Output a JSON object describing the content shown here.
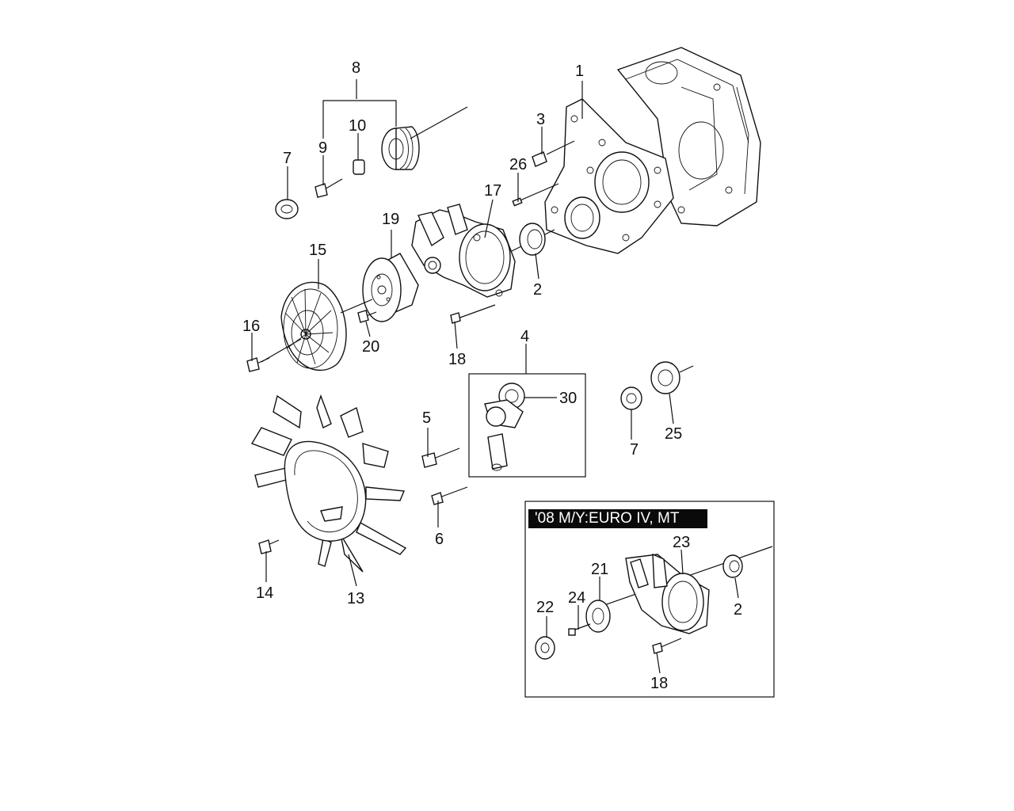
{
  "callouts": [
    {
      "id": "c1",
      "text": "1"
    },
    {
      "id": "c2a",
      "text": "2"
    },
    {
      "id": "c2b",
      "text": "2"
    },
    {
      "id": "c3",
      "text": "3"
    },
    {
      "id": "c4",
      "text": "4"
    },
    {
      "id": "c5",
      "text": "5"
    },
    {
      "id": "c6",
      "text": "6"
    },
    {
      "id": "c7a",
      "text": "7"
    },
    {
      "id": "c7b",
      "text": "7"
    },
    {
      "id": "c8",
      "text": "8"
    },
    {
      "id": "c9",
      "text": "9"
    },
    {
      "id": "c10",
      "text": "10"
    },
    {
      "id": "c13",
      "text": "13"
    },
    {
      "id": "c14",
      "text": "14"
    },
    {
      "id": "c15",
      "text": "15"
    },
    {
      "id": "c16",
      "text": "16"
    },
    {
      "id": "c17",
      "text": "17"
    },
    {
      "id": "c18a",
      "text": "18"
    },
    {
      "id": "c18b",
      "text": "18"
    },
    {
      "id": "c19",
      "text": "19"
    },
    {
      "id": "c20",
      "text": "20"
    },
    {
      "id": "c21",
      "text": "21"
    },
    {
      "id": "c22",
      "text": "22"
    },
    {
      "id": "c23",
      "text": "23"
    },
    {
      "id": "c24",
      "text": "24"
    },
    {
      "id": "c25",
      "text": "25"
    },
    {
      "id": "c26",
      "text": "26"
    },
    {
      "id": "c30",
      "text": "30"
    }
  ],
  "inset": {
    "banner": "'08 M/Y:EURO IV, MT"
  }
}
